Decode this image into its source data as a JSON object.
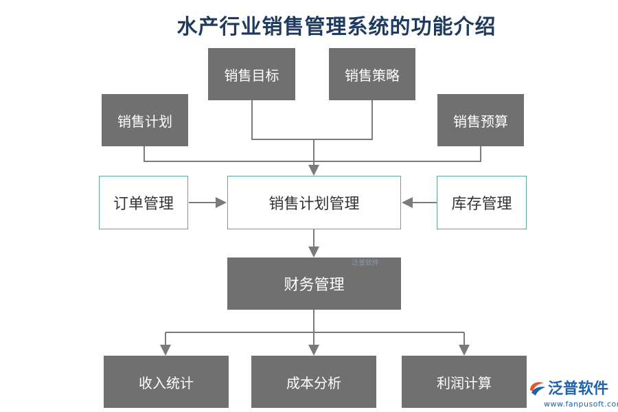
{
  "title": "水产行业销售管理系统的功能介绍",
  "nodes": {
    "sales_target": "销售目标",
    "sales_strategy": "销售策略",
    "sales_plan": "销售计划",
    "sales_budget": "销售预算",
    "order_mgmt": "订单管理",
    "sales_plan_mgmt": "销售计划管理",
    "inventory_mgmt": "库存管理",
    "finance_mgmt": "财务管理",
    "revenue_stats": "收入统计",
    "cost_analysis": "成本分析",
    "profit_calc": "利润计算"
  },
  "watermark": "泛普软件",
  "logo": {
    "text": "泛普软件",
    "url": "www.fanpusoft.com",
    "icon": "fanpu-logo-icon"
  },
  "colors": {
    "box_dark": "#707070",
    "box_border": "#5aa99a",
    "title": "#1f3a5f",
    "line": "#7a7a7a"
  }
}
